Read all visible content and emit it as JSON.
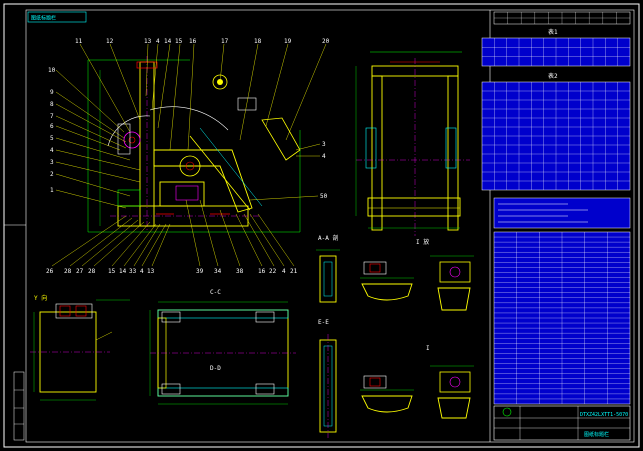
{
  "drawing": {
    "title_tag": "图纸标题栏",
    "colors": {
      "background": "#000000",
      "frame": "#ffffff",
      "outline": "#ffff00",
      "dimension": "#00ff00",
      "centerline": "#ff00ff",
      "hidden": "#00ffff",
      "leader": "#ffff00",
      "section": "#ff0000",
      "table_fill": "#0000cc"
    },
    "balloons_top": [
      "11",
      "12",
      "13",
      "4",
      "14",
      "15",
      "16",
      "17",
      "18",
      "19",
      "20"
    ],
    "balloons_left": [
      "10",
      "9",
      "8",
      "7",
      "6",
      "5",
      "4",
      "3",
      "2",
      "1"
    ],
    "balloons_right": [
      "3",
      "4",
      "50"
    ],
    "balloons_bottom": [
      "26",
      "28",
      "27",
      "28",
      "15",
      "14",
      "33",
      "4",
      "13",
      "39",
      "34",
      "38",
      "16",
      "22",
      "4",
      "21"
    ],
    "section_labels": {
      "c_c": "C-C",
      "d_d": "D-D",
      "a_a": "A-A 剖",
      "e_e": "E-E",
      "view_1": "I 放",
      "view_2": "I",
      "y_dir": "Y 向"
    },
    "tables": {
      "table_1_title": "表1",
      "table_2_title": "表2"
    },
    "title_block": {
      "drawing_no": "DTXZ42LXTT1-5070",
      "company": "图纸标题栏"
    }
  }
}
